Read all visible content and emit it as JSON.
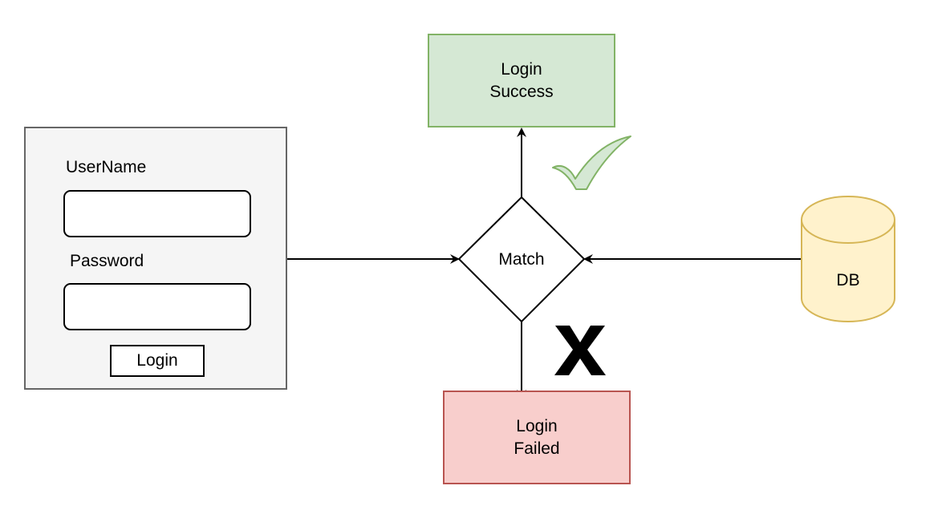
{
  "colors": {
    "success_fill": "#d5e8d4",
    "success_stroke": "#82b366",
    "failed_fill": "#f8cecc",
    "failed_stroke": "#b85450",
    "db_fill": "#fff2cc",
    "db_stroke": "#d6b656",
    "panel_fill": "#f5f5f5",
    "panel_stroke": "#666666"
  },
  "login_form": {
    "username_label": "UserName",
    "username_value": "",
    "password_label": "Password",
    "password_value": "",
    "button_label": "Login"
  },
  "nodes": {
    "match": "Match",
    "db": "DB",
    "success": {
      "line1": "Login",
      "line2": "Success"
    },
    "failed": {
      "line1": "Login",
      "line2": "Failed"
    }
  },
  "icons": {
    "success_mark": "checkmark-icon",
    "failure_mark": "x-mark-icon"
  }
}
